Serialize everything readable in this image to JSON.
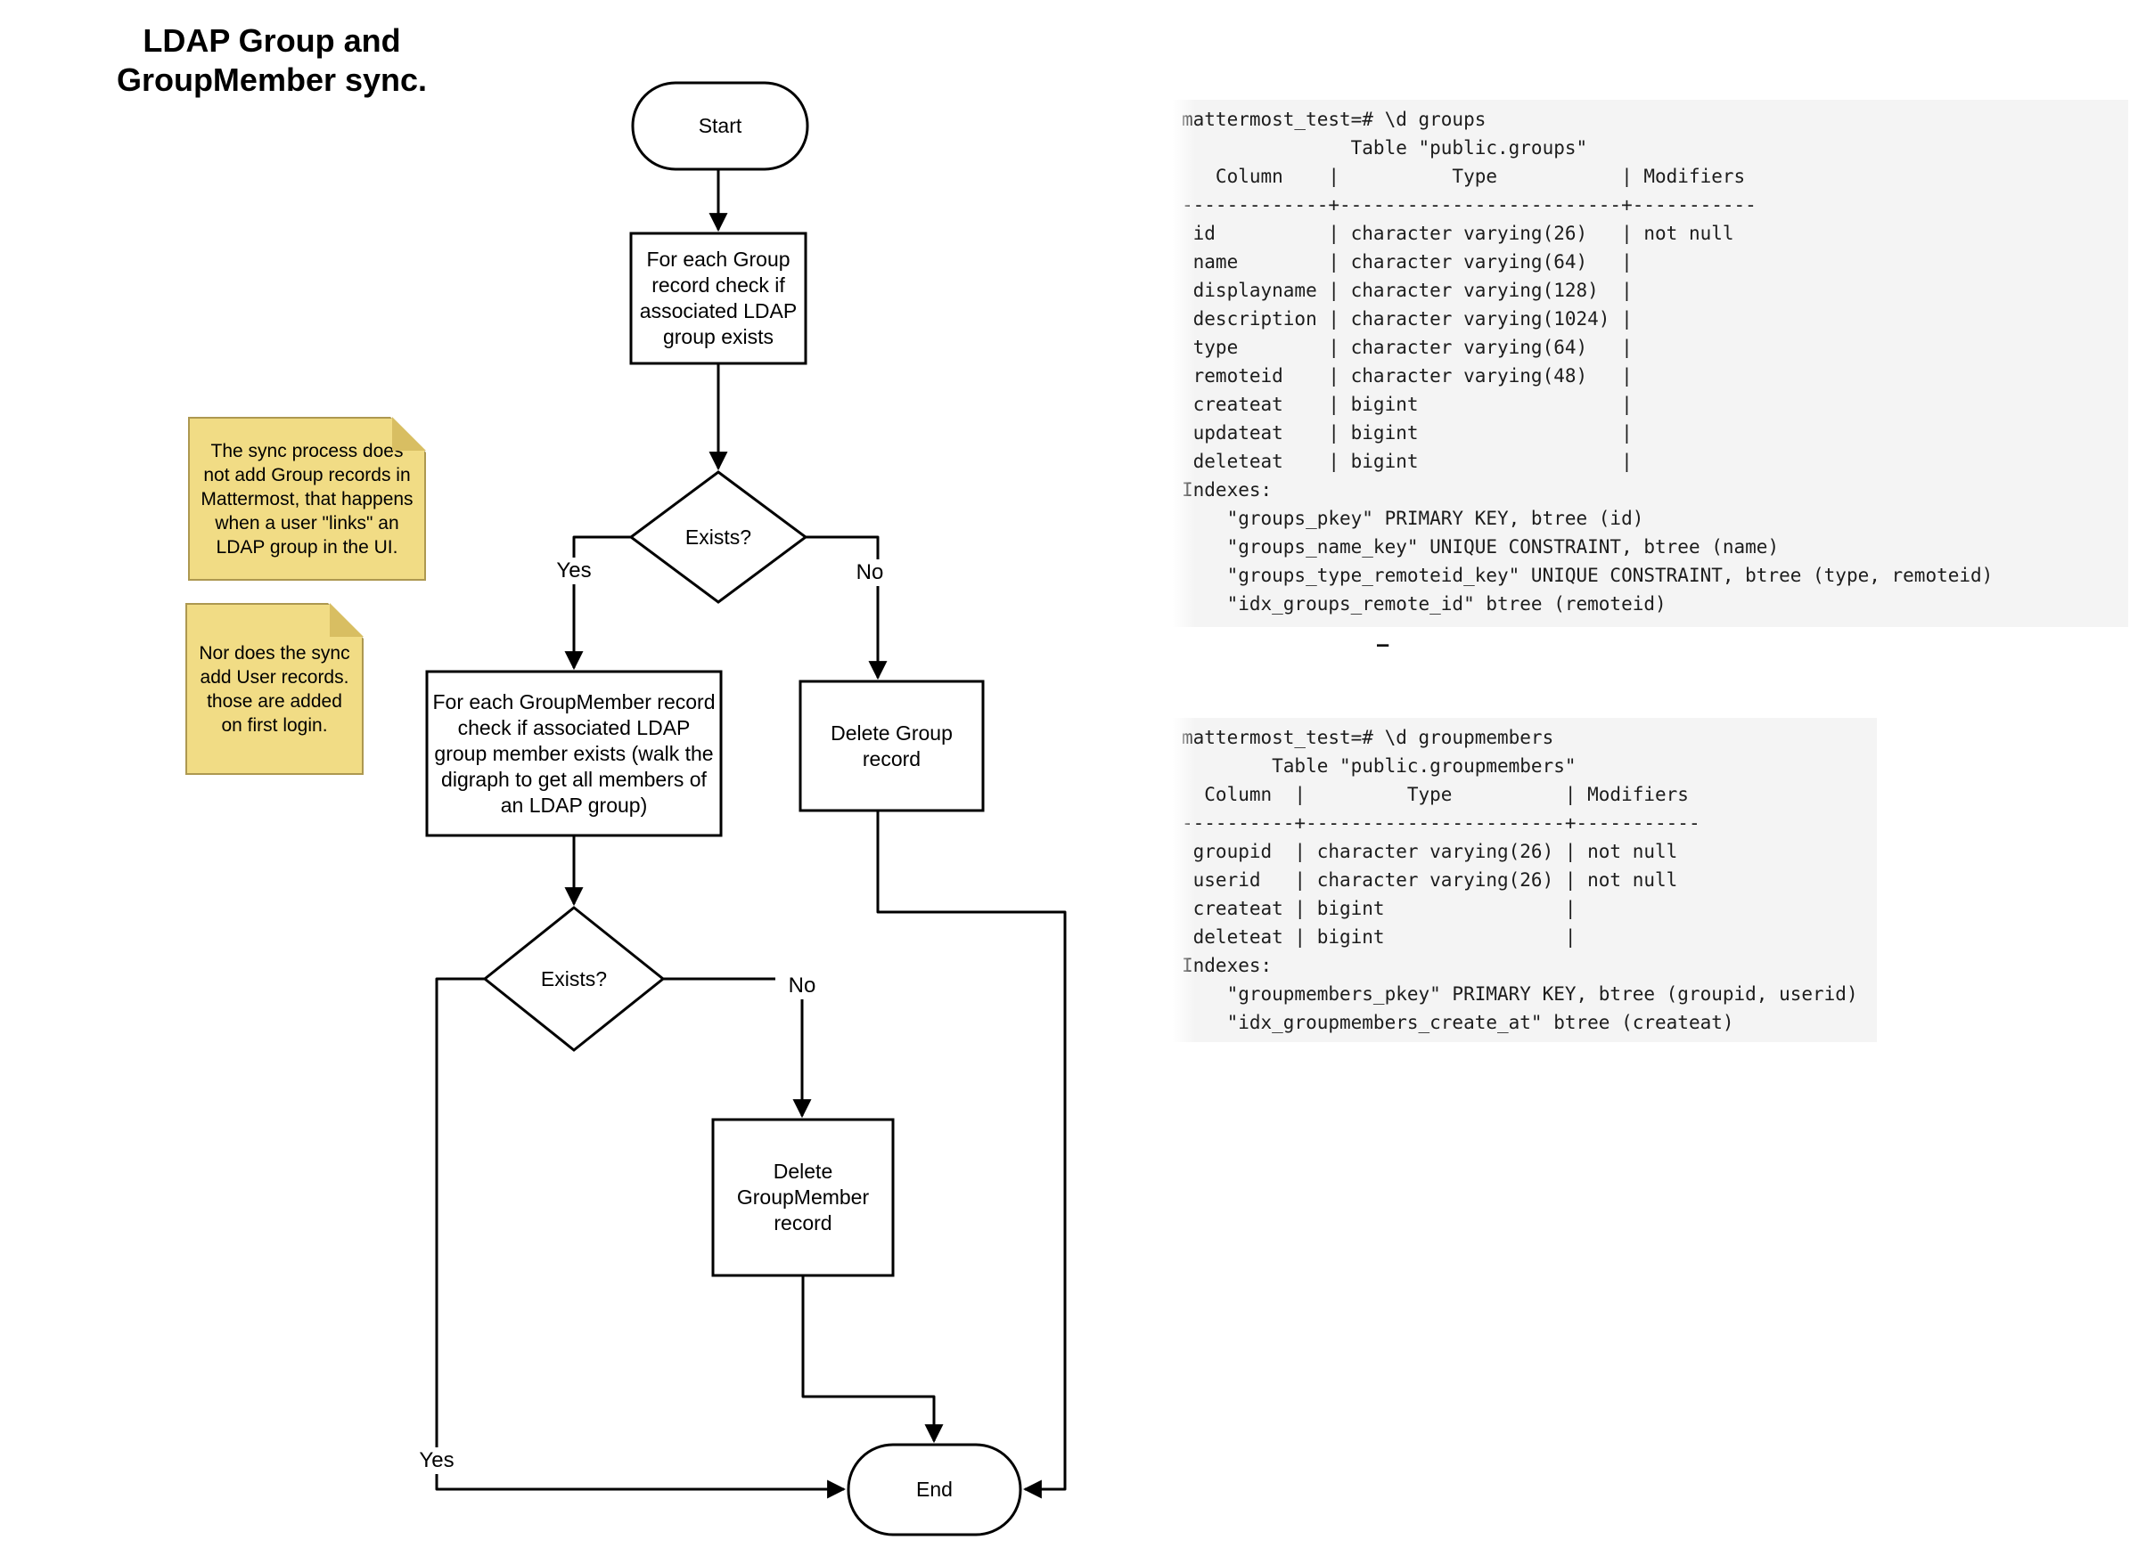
{
  "title": "LDAP Group and GroupMember sync.",
  "colors": {
    "note_fill": "#F1DC85",
    "note_fold": "#D8BE62",
    "note_border": "#AD9850",
    "terminal_bg": "#F4F4F4",
    "diagram_stroke": "#000000"
  },
  "flowchart": {
    "nodes": {
      "start": {
        "label": "Start"
      },
      "check_group": {
        "label": "For each Group record check if associated LDAP group exists"
      },
      "exists1": {
        "label": "Exists?"
      },
      "check_groupmember": {
        "label": "For each GroupMember record check if associated LDAP group member exists (walk the digraph to get all members of an LDAP group)"
      },
      "delete_group": {
        "label": "Delete Group record"
      },
      "exists2": {
        "label": "Exists?"
      },
      "delete_groupmember": {
        "label": "Delete GroupMember record"
      },
      "end": {
        "label": "End"
      }
    },
    "edge_labels": {
      "yes1": "Yes",
      "no1": "No",
      "yes2": "Yes",
      "no2": "No"
    }
  },
  "notes": [
    {
      "text": "The sync process does not add Group records in Mattermost, that happens when a user \"links\" an LDAP group in the UI."
    },
    {
      "text": "Nor does the sync add User records. those are added on first login."
    }
  ],
  "terminals": {
    "cursor": "—",
    "groups": {
      "lines": [
        "mattermost_test=# \\d groups",
        "               Table \"public.groups\"",
        "   Column    |          Type           | Modifiers",
        "-------------+-------------------------+-----------",
        " id          | character varying(26)   | not null",
        " name        | character varying(64)   |",
        " displayname | character varying(128)  |",
        " description | character varying(1024) |",
        " type        | character varying(64)   |",
        " remoteid    | character varying(48)   |",
        " createat    | bigint                  |",
        " updateat    | bigint                  |",
        " deleteat    | bigint                  |",
        "Indexes:",
        "    \"groups_pkey\" PRIMARY KEY, btree (id)",
        "    \"groups_name_key\" UNIQUE CONSTRAINT, btree (name)",
        "    \"groups_type_remoteid_key\" UNIQUE CONSTRAINT, btree (type, remoteid)",
        "    \"idx_groups_remote_id\" btree (remoteid)"
      ]
    },
    "groupmembers": {
      "lines": [
        "mattermost_test=# \\d groupmembers",
        "        Table \"public.groupmembers\"",
        "  Column  |         Type          | Modifiers",
        "----------+-----------------------+-----------",
        " groupid  | character varying(26) | not null",
        " userid   | character varying(26) | not null",
        " createat | bigint                |",
        " deleteat | bigint                |",
        "Indexes:",
        "    \"groupmembers_pkey\" PRIMARY KEY, btree (groupid, userid)",
        "    \"idx_groupmembers_create_at\" btree (createat)"
      ]
    }
  }
}
